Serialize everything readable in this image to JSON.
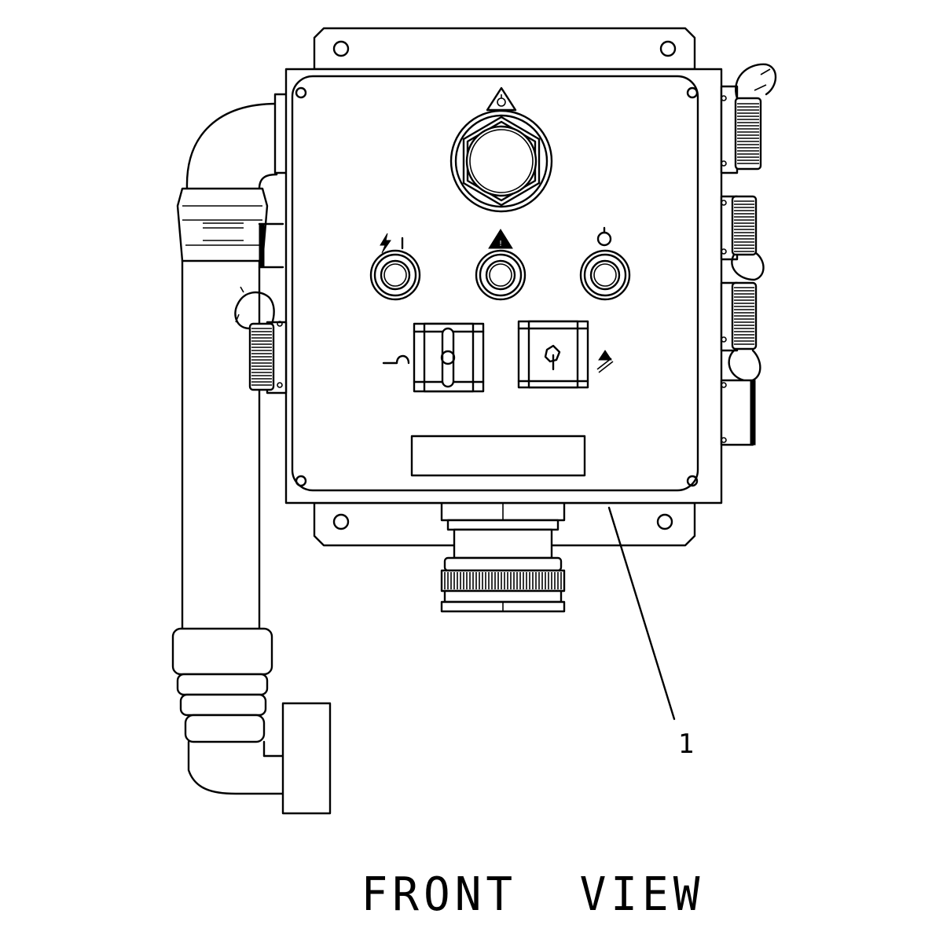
{
  "view_title": "FRONT  VIEW",
  "callouts": [
    {
      "id": "1",
      "label": "1"
    }
  ],
  "colors": {
    "line": "#000000",
    "background": "#ffffff"
  }
}
